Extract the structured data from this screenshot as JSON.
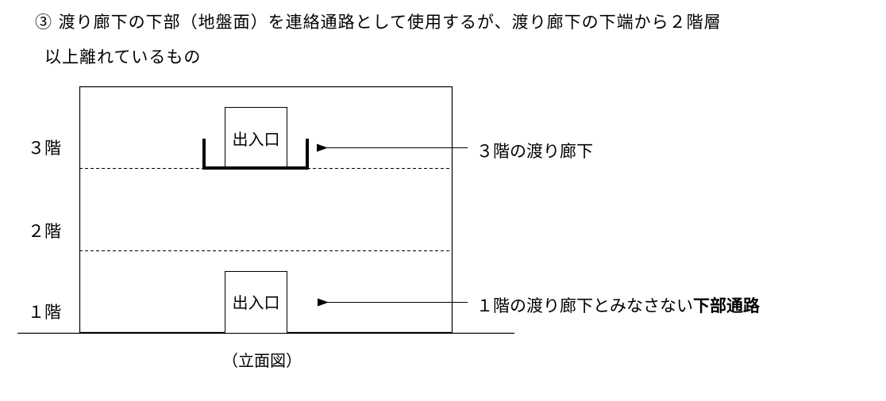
{
  "heading": {
    "line1": "③ 渡り廊下の下部（地盤面）を連絡通路として使用するが、渡り廊下の下端から２階層",
    "line2": "以上離れているもの"
  },
  "floors": [
    {
      "label": "３階"
    },
    {
      "label": "２階"
    },
    {
      "label": "１階"
    }
  ],
  "doors": {
    "upper": "出入口",
    "lower": "出入口"
  },
  "callouts": {
    "upper": "３階の渡り廊下",
    "lower_regular": "１階の渡り廊下とみなさない",
    "lower_bold": "下部通路"
  },
  "caption": "（立面図）"
}
